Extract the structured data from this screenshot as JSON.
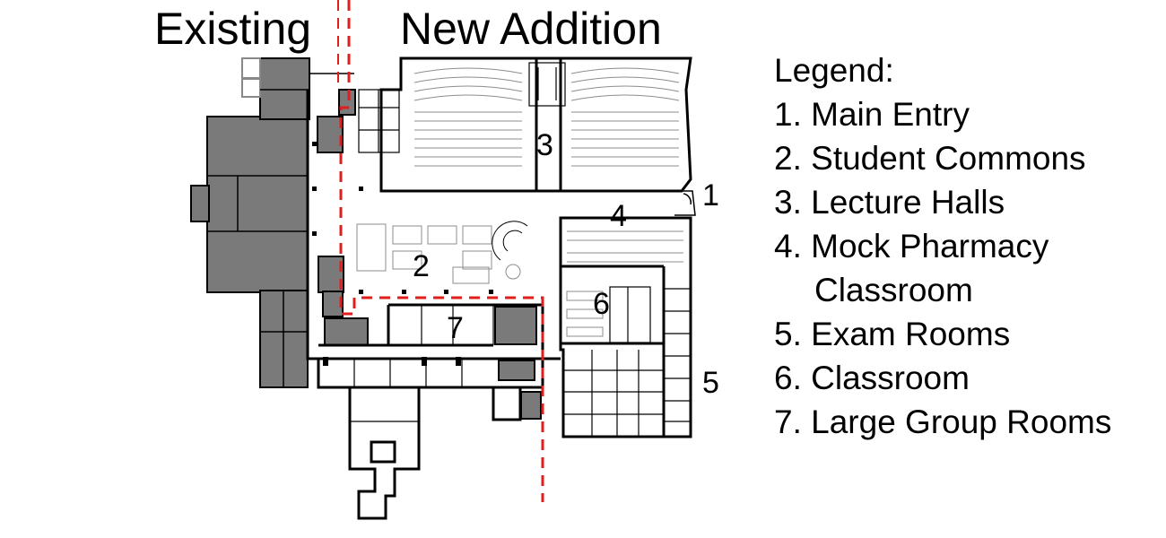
{
  "headings": {
    "existing": "Existing",
    "new_addition": "New Addition"
  },
  "legend": {
    "title": "Legend:",
    "items": [
      {
        "label": "1. Main Entry"
      },
      {
        "label": "2. Student Commons"
      },
      {
        "label": "3. Lecture Halls"
      },
      {
        "label": "4. Mock Pharmacy",
        "label_line2": "Classroom"
      },
      {
        "label": "5. Exam Rooms"
      },
      {
        "label": "6. Classroom"
      },
      {
        "label": "7. Large Group Rooms"
      }
    ]
  },
  "markers": {
    "main_entry": "1",
    "student_commons": "2",
    "lecture_halls": "3",
    "mock_pharmacy": "4",
    "exam_rooms": "5",
    "classroom": "6",
    "large_group_rooms": "7"
  },
  "colors": {
    "existing_fill": "#7a7a7a",
    "wall": "#000000",
    "boundary_line": "#e01e1e",
    "furniture": "#8c8c8c"
  }
}
